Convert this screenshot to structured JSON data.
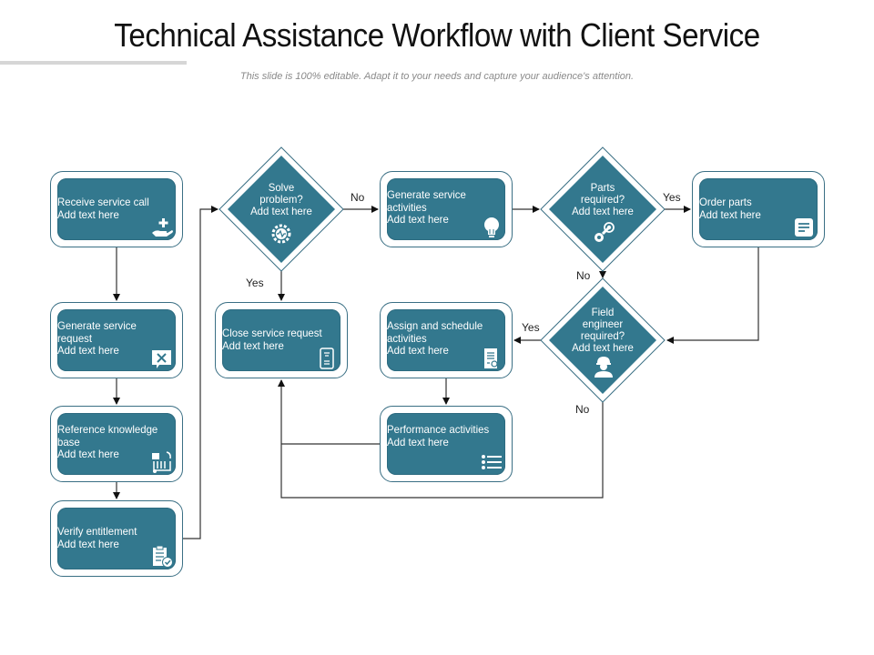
{
  "header": {
    "title": "Technical Assistance Workflow with Client Service",
    "subtitle": "This slide is 100% editable. Adapt it to your needs and capture your audience's attention."
  },
  "colors": {
    "box_fill": "#33788e",
    "box_border": "#3a6f84",
    "connector": "#222222",
    "title_bar": "#d6d6d6"
  },
  "nodes": {
    "receive_call": {
      "title": "Receive service call",
      "body": "Add text here",
      "icon": "helping-hand-icon"
    },
    "generate_request": {
      "title": "Generate service request",
      "body": "Add text here",
      "icon": "tools-chat-icon"
    },
    "reference_kb": {
      "title": "Reference knowledge base",
      "body": "Add text here",
      "icon": "knowledge-base-icon"
    },
    "verify_entitlement": {
      "title": "Verify entitlement",
      "body": "Add text here",
      "icon": "clipboard-check-icon"
    },
    "close_request": {
      "title": "Close service request",
      "body": "Add text here",
      "icon": "document-tablet-icon"
    },
    "generate_activities": {
      "title": "Generate service activities",
      "body": "Add text here",
      "icon": "lightbulb-idea-icon"
    },
    "assign_schedule": {
      "title": "Assign and schedule activities",
      "body": "Add text here",
      "icon": "schedule-document-icon"
    },
    "performance": {
      "title": "Performance activities",
      "body": "Add text here",
      "icon": "checklist-icon"
    },
    "order_parts": {
      "title": "Order parts",
      "body": "Add text here",
      "icon": "order-list-icon"
    }
  },
  "decisions": {
    "solve_problem": {
      "line1": "Solve",
      "line2": "problem?",
      "body": "Add text here",
      "icon": "gear-pulse-icon"
    },
    "parts_required": {
      "line1": "Parts",
      "line2": "required?",
      "body": "Add text here",
      "icon": "gears-wrench-icon"
    },
    "field_engineer": {
      "line1": "Field",
      "line2": "engineer",
      "line3": "required?",
      "body": "Add text here",
      "icon": "engineer-icon"
    }
  },
  "edge_labels": {
    "solve_no": "No",
    "solve_yes": "Yes",
    "parts_yes": "Yes",
    "parts_no": "No",
    "field_yes": "Yes",
    "field_no": "No"
  }
}
